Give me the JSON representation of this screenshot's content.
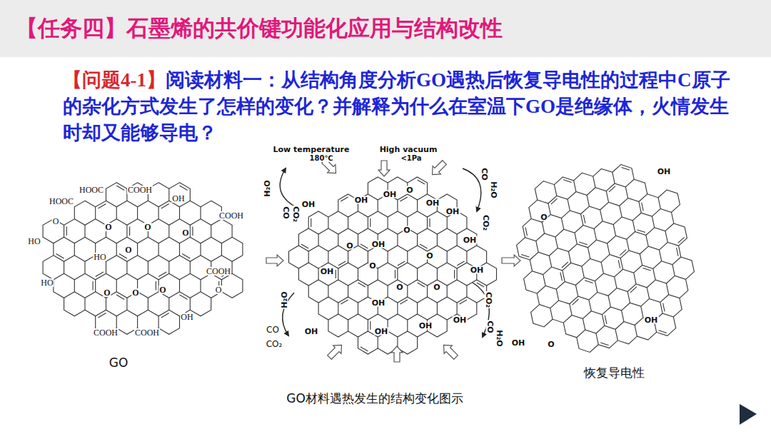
{
  "diagram": {
    "title": "【任务四】石墨烯的共价键功能化应用与结构改性",
    "caption": "GO材料遇热发生的结构变化图示",
    "labels": [
      "【问题4-1】",
      "阅读材料一：从结构角度分析GO遇热后恢复导电性的过程中C原子的杂化方式发生了怎样的变化？并解释为什么在室温下GO是绝缘体，火情发生时却又能够导电？",
      "GO",
      "恢复导电性",
      "HOOC",
      "COOH",
      "HOOC",
      "OH",
      "COOH",
      "O",
      "HO",
      "O",
      "O",
      "O",
      "HO",
      "O",
      "COOH",
      "HO",
      "O",
      "O",
      "O",
      "O",
      "OH",
      "COOH",
      "COOH",
      "Low temperature",
      "180℃",
      "High vacuum",
      "<1Pa",
      "H₂O",
      "CO",
      "CO₂",
      "CO",
      "H₂O",
      "CO₂",
      "H₂O",
      "CO",
      "CO₂",
      "CO₂",
      "CO",
      "H₂O",
      "OH",
      "OH",
      "OH",
      "O",
      "OH",
      "OH",
      "O",
      "OH",
      "O",
      "OH",
      "OH",
      "O",
      "O",
      "OH",
      "O",
      "O",
      "OH",
      "OH",
      "OH",
      "OH",
      "OH",
      "OH",
      "O",
      "OH",
      "OH",
      "O"
    ]
  }
}
